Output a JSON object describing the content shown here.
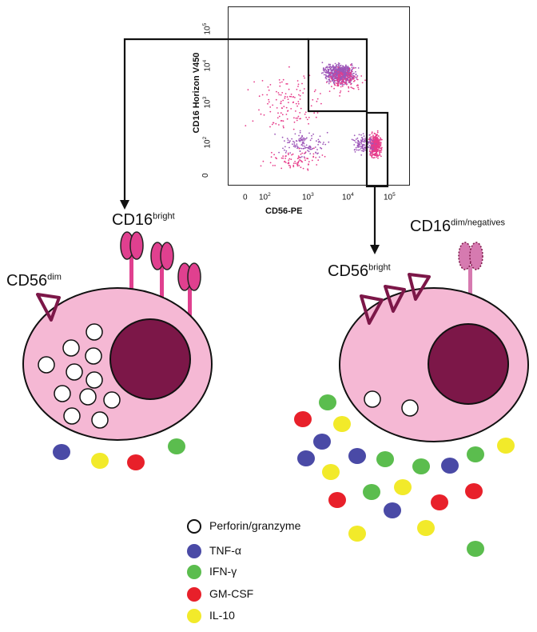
{
  "flow_plot": {
    "x_axis_title": "CD56-PE",
    "y_axis_title": "CD16 Horizon V450",
    "x_ticks": [
      {
        "base": "0",
        "exp": ""
      },
      {
        "base": "10",
        "exp": "2"
      },
      {
        "base": "10",
        "exp": "3"
      },
      {
        "base": "10",
        "exp": "4"
      },
      {
        "base": "10",
        "exp": "5"
      }
    ],
    "y_ticks": [
      {
        "base": "0",
        "exp": ""
      },
      {
        "base": "10",
        "exp": "2"
      },
      {
        "base": "10",
        "exp": "3"
      },
      {
        "base": "10",
        "exp": "4"
      },
      {
        "base": "10",
        "exp": "5"
      }
    ]
  },
  "left_cell": {
    "cd16_label": "CD16",
    "cd16_sup": "bright",
    "cd56_label": "CD56",
    "cd56_sup": "dim",
    "granule_count": 11
  },
  "right_cell": {
    "cd16_label": "CD16",
    "cd16_sup": "dim/negatives",
    "cd56_label": "CD56",
    "cd56_sup": "bright",
    "granule_count": 2
  },
  "legend": [
    {
      "label": "Perforin/granzyme",
      "color": "#ffffff",
      "outline": "#111111"
    },
    {
      "label": "TNF-α",
      "color": "#4a4aa6",
      "outline": ""
    },
    {
      "label": "IFN-γ",
      "color": "#5bbd4e",
      "outline": ""
    },
    {
      "label": "GM-CSF",
      "color": "#e8202a",
      "outline": ""
    },
    {
      "label": "IL-10",
      "color": "#f2ea2a",
      "outline": ""
    }
  ],
  "colors": {
    "cell_body": "#f5b8d4",
    "nucleus": "#7c1748",
    "receptor_cd16": "#e0408f",
    "receptor_cd16_dim": "#d67ab0",
    "receptor_cd56": "#7c1748",
    "dot_purple": "#9d56b8",
    "dot_pink": "#e63c8a"
  }
}
